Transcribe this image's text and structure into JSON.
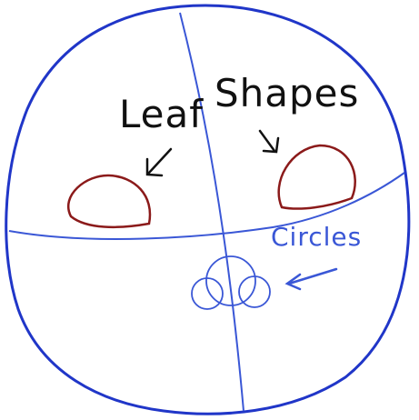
{
  "labels": {
    "leaf": "Leaf",
    "shapes": "Shapes",
    "circles": "Circles"
  },
  "colors": {
    "guide_blue": "#2036c8",
    "leaf_red": "#8b1a1a",
    "ink": "#111111",
    "label_blue": "#3a57d6"
  }
}
